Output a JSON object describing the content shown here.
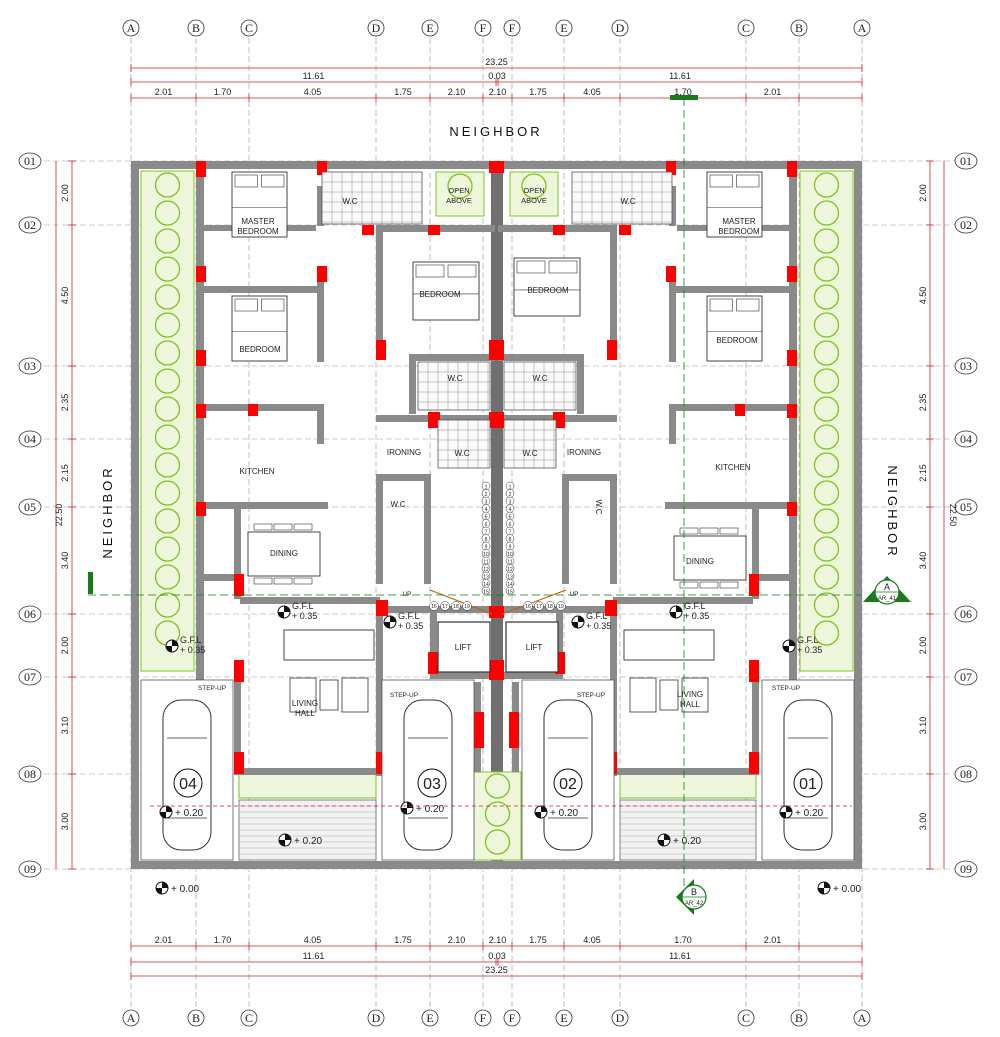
{
  "grid": {
    "columns_top": [
      "A",
      "B",
      "C",
      "D",
      "E",
      "F",
      "F",
      "E",
      "D",
      "C",
      "B",
      "A"
    ],
    "columns_bottom": [
      "A",
      "B",
      "C",
      "D",
      "E",
      "F",
      "F",
      "E",
      "D",
      "C",
      "B",
      "A"
    ],
    "rows": [
      "01",
      "02",
      "03",
      "04",
      "05",
      "06",
      "07",
      "08",
      "09"
    ]
  },
  "dimensions": {
    "overall": "23.25",
    "halves": [
      "11.61",
      "0.03",
      "11.61"
    ],
    "segments": [
      "2.01",
      "1.70",
      "4.05",
      "1.75",
      "2.10",
      "2.10",
      "1.75",
      "4.05",
      "1.70",
      "2.01"
    ],
    "vertical_total": "22.50",
    "vertical_left": [
      "2.00",
      "4.50",
      "2.35",
      "2.15",
      "3.40",
      "2.00",
      "3.10",
      "3.00"
    ],
    "vertical_right": [
      "2.00",
      "4.50",
      "2.35",
      "2.15",
      "3.40",
      "2.00",
      "3.10",
      "3.00"
    ]
  },
  "labels": {
    "neighbor_top": "NEIGHBOR",
    "neighbor_left": "NEIGHBOR",
    "neighbor_right": "NEIGHBOR",
    "master_bedroom": [
      "MASTER",
      "BEDROOM"
    ],
    "bedroom": "BEDROOM",
    "wc": "W.C",
    "open_above": [
      "OPEN",
      "ABOVE"
    ],
    "kitchen": "KITCHEN",
    "dining": "DINING",
    "ironing": "IRONING",
    "lift": "LIFT",
    "living_hall": [
      "LIVING",
      "HALL"
    ],
    "step_up": "STEP-UP",
    "up": "UP",
    "gfl": "G.F.L",
    "gfl_level": "+ 0.35",
    "parking_level": "+ 0.20",
    "ground_level": "+ 0.00",
    "unit_numbers": [
      "04",
      "03",
      "02",
      "01"
    ],
    "stair_numbers": [
      "1",
      "2",
      "3",
      "4",
      "5",
      "6",
      "7",
      "8",
      "9",
      "10",
      "11",
      "12",
      "13",
      "14",
      "15"
    ],
    "stair_bottom": [
      "16",
      "17",
      "18",
      "19"
    ]
  },
  "sections": [
    {
      "letter": "A",
      "ref": "AR_41"
    },
    {
      "letter": "B",
      "ref": "AR_42"
    }
  ],
  "colors": {
    "wall": "#8a8a8a",
    "column": "#ff0000",
    "landscape": "#7dc41f",
    "dimension": "#d42020",
    "grid": "#999999",
    "section": "#1a7a1a"
  }
}
